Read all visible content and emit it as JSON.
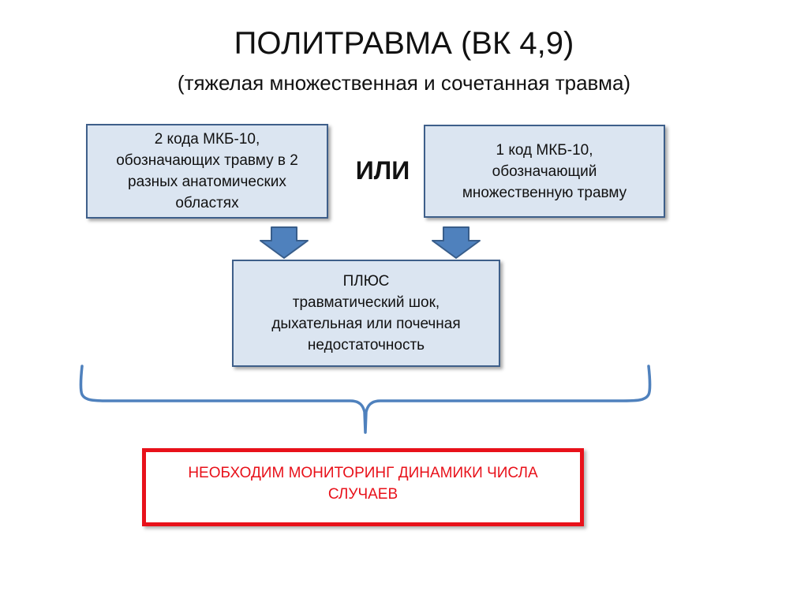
{
  "title": "ПОЛИТРАВМА (ВК 4,9)",
  "subtitle": "(тяжелая множественная и сочетанная травма)",
  "boxes": {
    "left": "2 кода МКБ-10,\nобозначающих травму в 2\nразных анатомических\nобластях",
    "right": "1 код МКБ-10,\nобозначающий\nмножественную травму",
    "middle": "ПЛЮС\nтравматический шок,\nдыхательная или почечная\nнедостаточность"
  },
  "or_label": "ИЛИ",
  "result": "НЕОБХОДИМ  МОНИТОРИНГ ДИНАМИКИ ЧИСЛА\nСЛУЧАЕВ",
  "colors": {
    "box_fill": "#dbe5f1",
    "box_border": "#3e5f8a",
    "arrow_fill": "#4f81bd",
    "arrow_stroke": "#385d8a",
    "brace": "#4f81bd",
    "result_border": "#e8111a",
    "result_text": "#e8111a"
  },
  "icons": {
    "arrows": "down-arrow-icon",
    "brace": "curly-brace-icon"
  }
}
